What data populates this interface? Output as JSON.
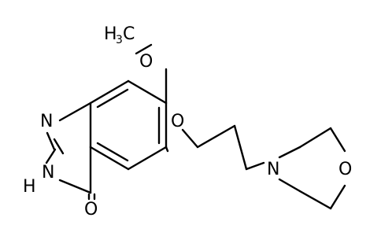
{
  "molecule": {
    "labels": {
      "methyl_h": "H",
      "methyl_sub": "3",
      "methyl_c": "C",
      "methoxy_o": "O",
      "ether_o": "O",
      "n1": "N",
      "n3": "N",
      "n3_h": "H",
      "carbonyl_o": "O",
      "morpholine_n": "N",
      "morpholine_o": "O"
    }
  }
}
